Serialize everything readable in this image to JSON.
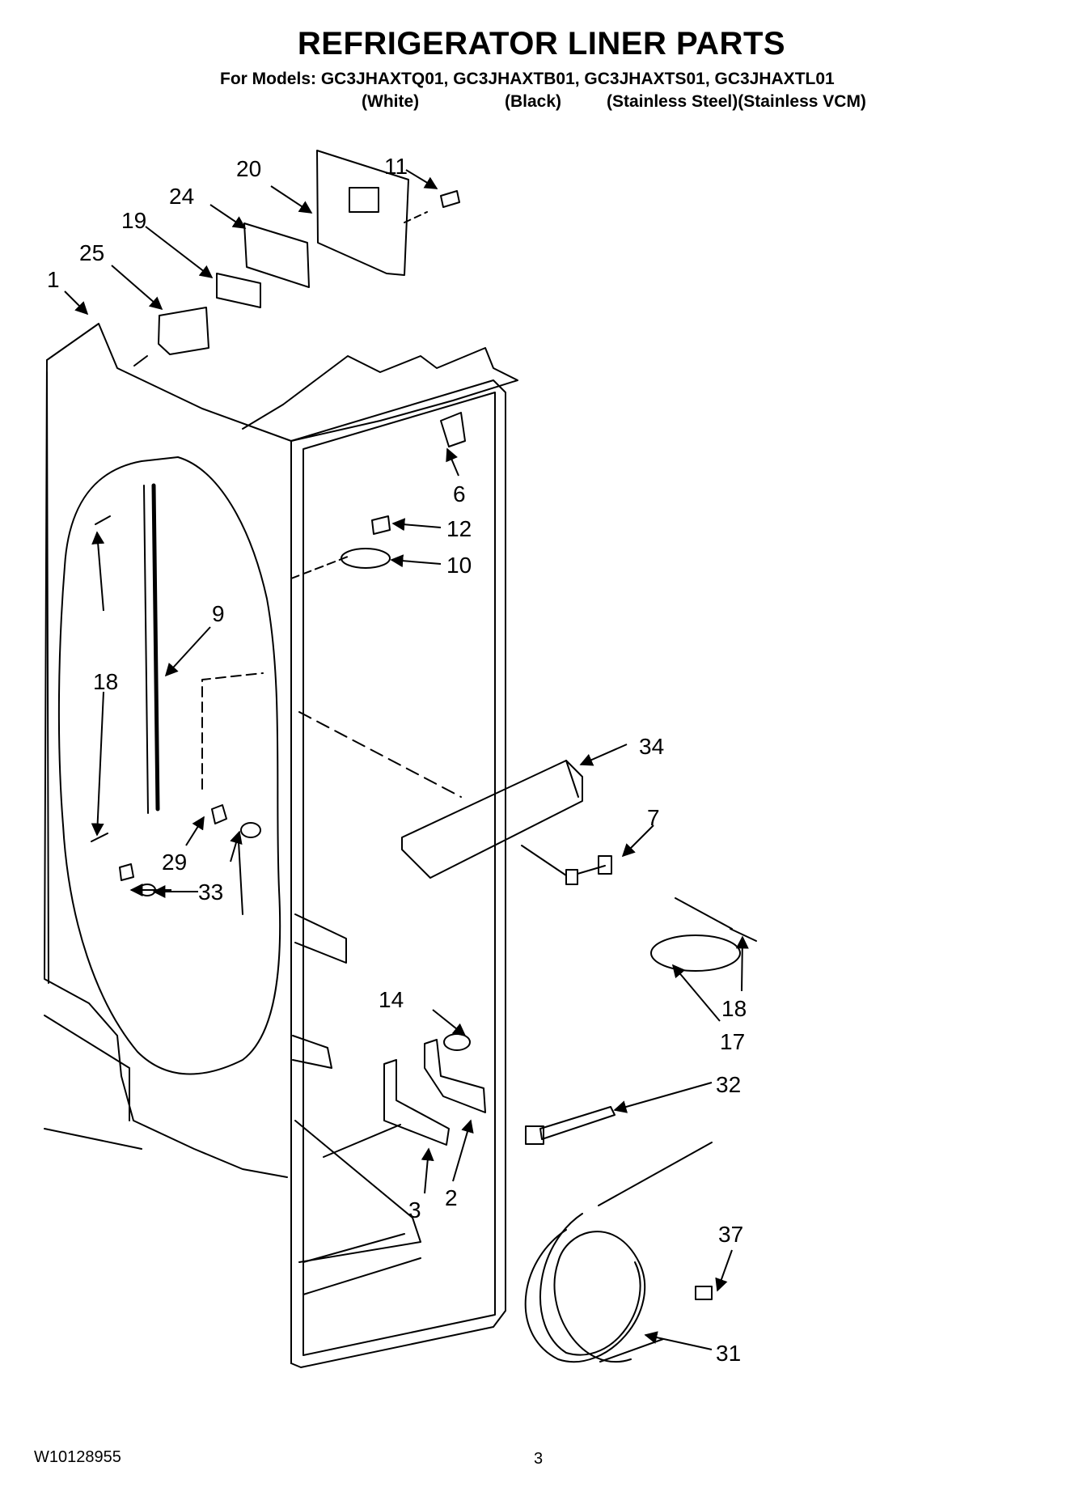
{
  "header": {
    "title": "REFRIGERATOR LINER PARTS",
    "models_line": "For Models: GC3JHAXTQ01, GC3JHAXTB01, GC3JHAXTS01, GC3JHAXTL01",
    "variants": [
      "(White)",
      "(Black)",
      "(Stainless Steel)(Stainless VCM)"
    ]
  },
  "callouts": [
    {
      "id": "c20",
      "label": "20"
    },
    {
      "id": "c11",
      "label": "11"
    },
    {
      "id": "c24",
      "label": "24"
    },
    {
      "id": "c19",
      "label": "19"
    },
    {
      "id": "c25",
      "label": "25"
    },
    {
      "id": "c1",
      "label": "1"
    },
    {
      "id": "c6",
      "label": "6"
    },
    {
      "id": "c12",
      "label": "12"
    },
    {
      "id": "c10",
      "label": "10"
    },
    {
      "id": "c9",
      "label": "9"
    },
    {
      "id": "c18a",
      "label": "18"
    },
    {
      "id": "c34",
      "label": "34"
    },
    {
      "id": "c7",
      "label": "7"
    },
    {
      "id": "c29",
      "label": "29"
    },
    {
      "id": "c33",
      "label": "33"
    },
    {
      "id": "c18b",
      "label": "18"
    },
    {
      "id": "c17",
      "label": "17"
    },
    {
      "id": "c14",
      "label": "14"
    },
    {
      "id": "c32",
      "label": "32"
    },
    {
      "id": "c3",
      "label": "3"
    },
    {
      "id": "c2",
      "label": "2"
    },
    {
      "id": "c37",
      "label": "37"
    },
    {
      "id": "c31",
      "label": "31"
    }
  ],
  "footer": {
    "doc_code": "W10128955",
    "page_number": "3"
  }
}
